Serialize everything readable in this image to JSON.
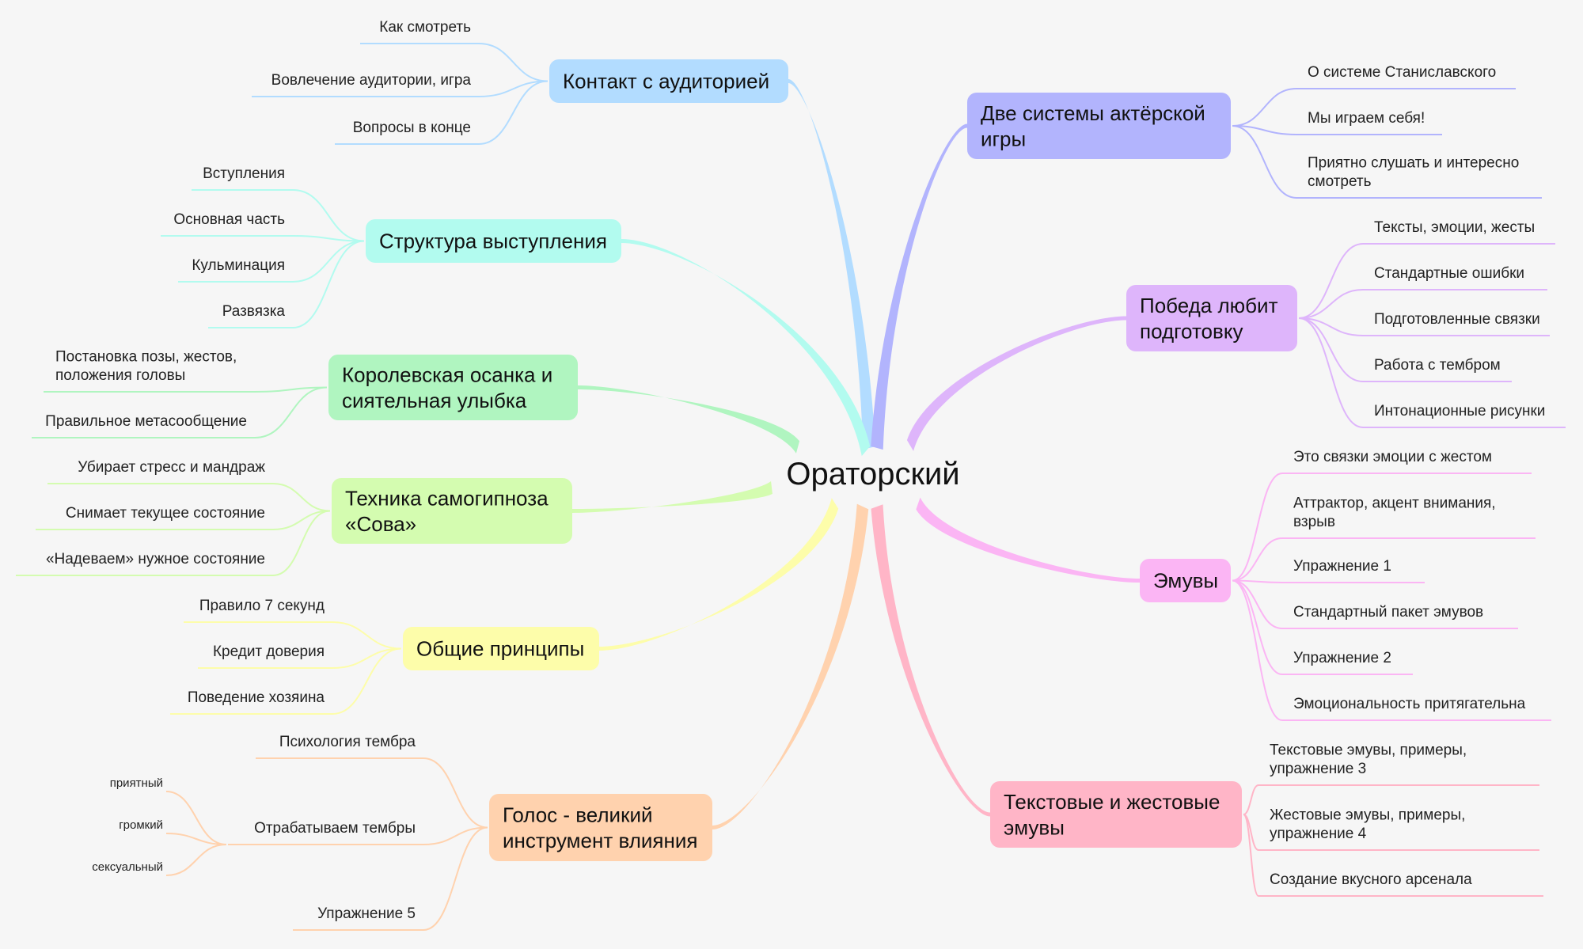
{
  "root": {
    "label": "Ораторский"
  },
  "branches": [
    {
      "id": "contact",
      "color": "#b2dcff",
      "label": [
        "Контакт с аудиторией"
      ],
      "leaves": [
        {
          "text": [
            "Как смотреть"
          ]
        },
        {
          "text": [
            "Вовлечение аудитории, игра"
          ]
        },
        {
          "text": [
            "Вопросы в конце"
          ]
        }
      ]
    },
    {
      "id": "structure",
      "color": "#b2fbef",
      "label": [
        "Структура выступления"
      ],
      "leaves": [
        {
          "text": [
            "Вступления"
          ]
        },
        {
          "text": [
            "Основная часть"
          ]
        },
        {
          "text": [
            "Кульминация"
          ]
        },
        {
          "text": [
            "Развязка"
          ]
        }
      ]
    },
    {
      "id": "posture",
      "color": "#b0f5c0",
      "label": [
        "Королевская осанка и",
        "сиятельная улыбка"
      ],
      "leaves": [
        {
          "text": [
            "Постановка позы, жестов,",
            "положения головы"
          ]
        },
        {
          "text": [
            "Правильное метасообщение"
          ]
        }
      ]
    },
    {
      "id": "hypnosis",
      "color": "#d4fcb0",
      "label": [
        "Техника самогипноза",
        "«Сова»"
      ],
      "leaves": [
        {
          "text": [
            "Убирает стресс и мандраж"
          ]
        },
        {
          "text": [
            "Снимает текущее состояние"
          ]
        },
        {
          "text": [
            "«Надеваем» нужное состояние"
          ]
        }
      ]
    },
    {
      "id": "principles",
      "color": "#fdfdaa",
      "label": [
        "Общие принципы"
      ],
      "leaves": [
        {
          "text": [
            "Правило 7 секунд"
          ]
        },
        {
          "text": [
            "Кредит доверия"
          ]
        },
        {
          "text": [
            "Поведение хозяина"
          ]
        }
      ]
    },
    {
      "id": "voice",
      "color": "#ffd2ae",
      "label": [
        "Голос - великий",
        "инструмент влияния"
      ],
      "leaves": [
        {
          "text": [
            "Психология тембра"
          ]
        },
        {
          "text": [
            "Отрабатываем тембры"
          ],
          "children": [
            {
              "text": [
                "приятный"
              ]
            },
            {
              "text": [
                "громкий"
              ]
            },
            {
              "text": [
                "сексуальный"
              ]
            }
          ]
        },
        {
          "text": [
            "Упражнение 5"
          ]
        }
      ]
    },
    {
      "id": "systems",
      "color": "#b2b4fd",
      "label": [
        "Две системы актёрской",
        "игры"
      ],
      "leaves": [
        {
          "text": [
            "О системе Станиславского"
          ]
        },
        {
          "text": [
            "Мы играем себя!"
          ]
        },
        {
          "text": [
            "Приятно слушать и интересно",
            "смотреть"
          ]
        }
      ]
    },
    {
      "id": "victory",
      "color": "#deb5fb",
      "label": [
        "Победа любит",
        "подготовку"
      ],
      "leaves": [
        {
          "text": [
            "Тексты, эмоции, жесты"
          ]
        },
        {
          "text": [
            "Стандартные ошибки"
          ]
        },
        {
          "text": [
            "Подготовленные связки"
          ]
        },
        {
          "text": [
            "Работа с тембром"
          ]
        },
        {
          "text": [
            "Интонационные рисунки"
          ]
        }
      ]
    },
    {
      "id": "emuvy",
      "color": "#fbb5f4",
      "label": [
        "Эмувы"
      ],
      "leaves": [
        {
          "text": [
            "Это связки эмоции с жестом"
          ]
        },
        {
          "text": [
            "Аттрактор, акцент внимания,",
            "взрыв"
          ]
        },
        {
          "text": [
            "Упражнение 1"
          ]
        },
        {
          "text": [
            "Стандартный пакет эмувов"
          ]
        },
        {
          "text": [
            "Упражнение 2"
          ]
        },
        {
          "text": [
            "Эмоциональность притягательна"
          ]
        }
      ]
    },
    {
      "id": "textual",
      "color": "#ffb5c7",
      "label": [
        "Текстовые и жестовые",
        "эмувы"
      ],
      "leaves": [
        {
          "text": [
            "Текстовые эмувы, примеры,",
            "упражнение 3"
          ]
        },
        {
          "text": [
            "Жестовые эмувы, примеры,",
            "упражнение 4"
          ]
        },
        {
          "text": [
            "Создание вкусного арсенала"
          ]
        }
      ]
    }
  ]
}
